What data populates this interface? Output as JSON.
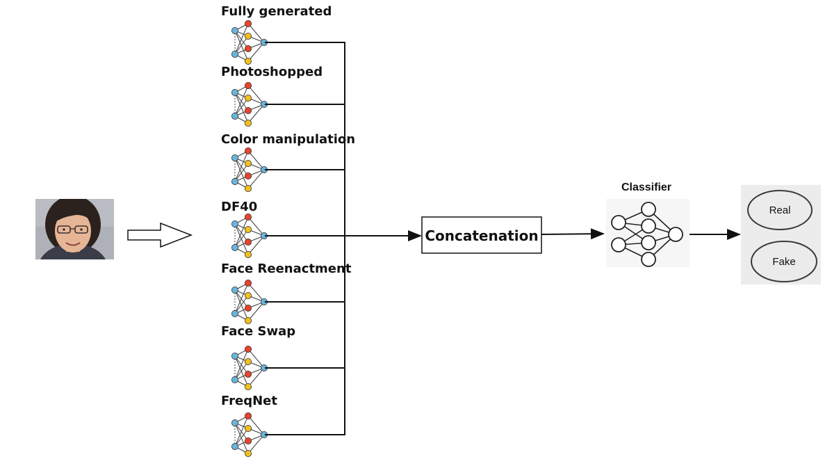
{
  "branches": [
    {
      "label": "Fully generated"
    },
    {
      "label": "Photoshopped"
    },
    {
      "label": "Color manipulation"
    },
    {
      "label": "DF40"
    },
    {
      "label": "Face Reenactment"
    },
    {
      "label": "Face Swap"
    },
    {
      "label": "FreqNet"
    }
  ],
  "concatenation": {
    "label": "Concatenation"
  },
  "classifier": {
    "title": "Classifier"
  },
  "outputs": {
    "real": "Real",
    "fake": "Fake"
  },
  "colors": {
    "node_blue": "#6ab4dc",
    "node_red": "#e8442c",
    "node_yellow": "#f1c01f",
    "line": "#111111",
    "output_panel": "#ececec"
  },
  "icons": {
    "input_face": "portrait-photo-icon",
    "input_arrow": "hollow-right-arrow-icon",
    "branch_network": "neural-network-icon",
    "classifier_network": "neural-network-icon"
  }
}
